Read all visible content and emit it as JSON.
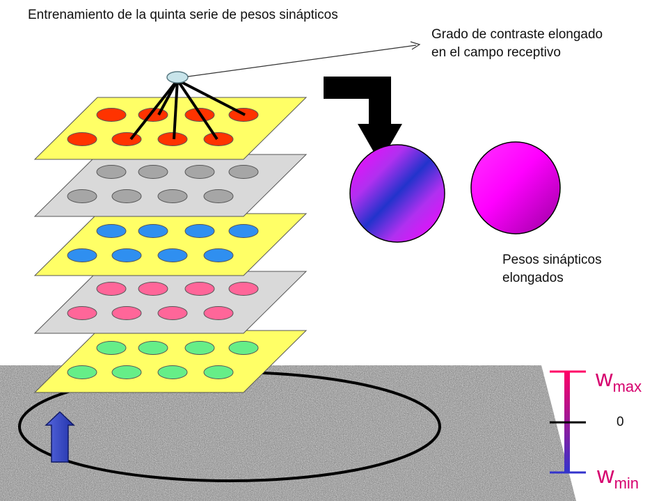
{
  "title": "Entrenamiento de la quinta serie de pesos sinápticos",
  "annotation": {
    "line1": "Grado de contraste elongado",
    "line2": "en el campo receptivo"
  },
  "weights_label": {
    "line1": "Pesos sinápticos",
    "line2": "elongados"
  },
  "scale": {
    "max_base": "w",
    "max_sub": "max",
    "zero": "0",
    "min_base": "w",
    "min_sub": "min"
  },
  "colors": {
    "layer_yellow": "#ffff66",
    "layer_gray": "#d9d9d9",
    "dots_red": "#ff3300",
    "dots_gray": "#a6a6a6",
    "dots_blue": "#2f8ff0",
    "dots_pink": "#ff6699",
    "dots_green": "#66ee88",
    "neuron": "#c8e4ea",
    "magenta": "#ff00ff",
    "elongated_blue": "#2233cc",
    "scale_top": "#ff0066",
    "scale_bottom": "#3333cc"
  },
  "icons": {
    "down_arrow": "bent-down-arrow-icon",
    "up_arrow": "up-arrow-icon"
  }
}
